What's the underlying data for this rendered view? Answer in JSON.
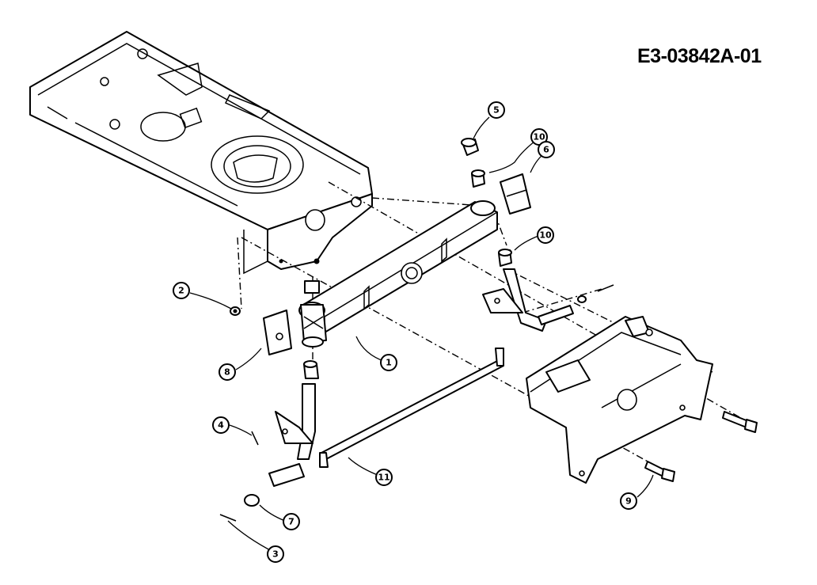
{
  "diagram": {
    "document_code": "E3-03842A-01",
    "callouts": [
      "1",
      "2",
      "3",
      "4",
      "5",
      "6",
      "7",
      "8",
      "9",
      "10",
      "10",
      "11"
    ]
  },
  "colors": {
    "ink": "#000000",
    "paper": "#ffffff"
  }
}
